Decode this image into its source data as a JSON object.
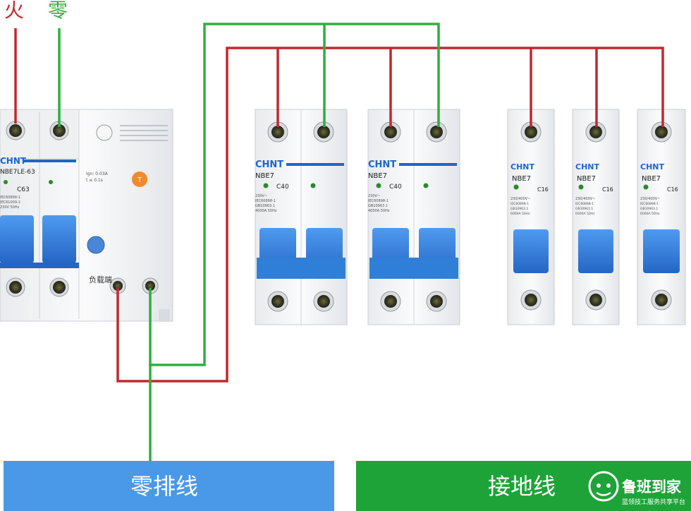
{
  "top_labels": {
    "live": "火",
    "neutral": "零"
  },
  "main_breaker": {
    "brand": "CHNT",
    "model": "NBE7LE-63",
    "rating": "C63",
    "spec_line1": "IEC60898-1",
    "spec_line2": "IEC61009-1",
    "spec_line3": "230V 50Hz",
    "rcd_line1": "Ign: 0.03A",
    "rcd_line2": "t ≤ 0.1s",
    "test_button": "T",
    "load_label": "负载端"
  },
  "breakers_2p": [
    {
      "brand": "CHNT",
      "model": "NBE7",
      "rating": "C40",
      "voltage": "230V~",
      "spec1": "IEC60898-1",
      "spec2": "GB10963.1",
      "spec3": "4000A 50Hz"
    },
    {
      "brand": "CHNT",
      "model": "NBE7",
      "rating": "C40",
      "voltage": "230V~",
      "spec1": "IEC60898-1",
      "spec2": "GB10963.1",
      "spec3": "4000A 50Hz"
    }
  ],
  "breakers_1p": [
    {
      "brand": "CHNT",
      "model": "NBE7",
      "rating": "C16",
      "voltage": "230/400V~",
      "spec1": "IEC60898-1",
      "spec2": "GB10963.1",
      "spec3": "6000A 50Hz"
    },
    {
      "brand": "CHNT",
      "model": "NBE7",
      "rating": "C16",
      "voltage": "230/400V~",
      "spec1": "IEC60898-1",
      "spec2": "GB10963.1",
      "spec3": "6000A 50Hz"
    },
    {
      "brand": "CHNT",
      "model": "NBE7",
      "rating": "C16",
      "voltage": "230/400V~",
      "spec1": "IEC60898-1",
      "spec2": "GB10963.1",
      "spec3": "6000A 50Hz"
    }
  ],
  "bars": {
    "neutral_bar": "零排线",
    "ground_bar": "接地线"
  },
  "watermark": {
    "name": "鲁班到家",
    "tagline": "蓝领技工服务共享平台"
  },
  "colors": {
    "live_wire": "#c0282e",
    "neutral_wire": "#2fae3f",
    "neutral_bar": "#4a98e8",
    "ground_bar": "#1ea338",
    "handle": "#2f7fd8",
    "brand": "#1b67c9"
  }
}
